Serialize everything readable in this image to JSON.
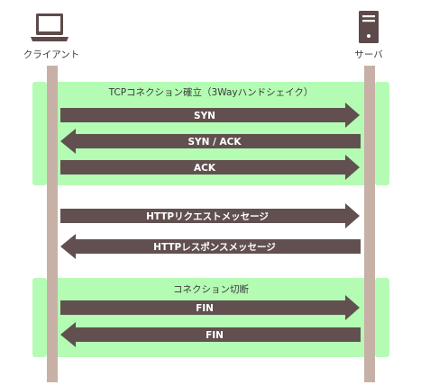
{
  "colors": {
    "section_fill": "#b4fcb4",
    "lifeline": "#c7b1a6",
    "arrow": "#61504f",
    "icon": "#5e4a4a"
  },
  "endpoints": {
    "client": {
      "label": "クライアント",
      "icon": "laptop-icon"
    },
    "server": {
      "label": "サーバ",
      "icon": "server-tower-icon"
    }
  },
  "sections": [
    {
      "title": "TCPコネクション確立（3Wayハンドシェイク）",
      "messages": [
        {
          "label": "SYN",
          "direction": "client-to-server"
        },
        {
          "label": "SYN / ACK",
          "direction": "server-to-client"
        },
        {
          "label": "ACK",
          "direction": "client-to-server"
        }
      ]
    },
    {
      "title": "",
      "messages": [
        {
          "label": "HTTPリクエストメッセージ",
          "direction": "client-to-server"
        },
        {
          "label": "HTTPレスポンスメッセージ",
          "direction": "server-to-client"
        }
      ]
    },
    {
      "title": "コネクション切断",
      "messages": [
        {
          "label": "FIN",
          "direction": "client-to-server"
        },
        {
          "label": "FIN",
          "direction": "server-to-client"
        }
      ]
    }
  ]
}
